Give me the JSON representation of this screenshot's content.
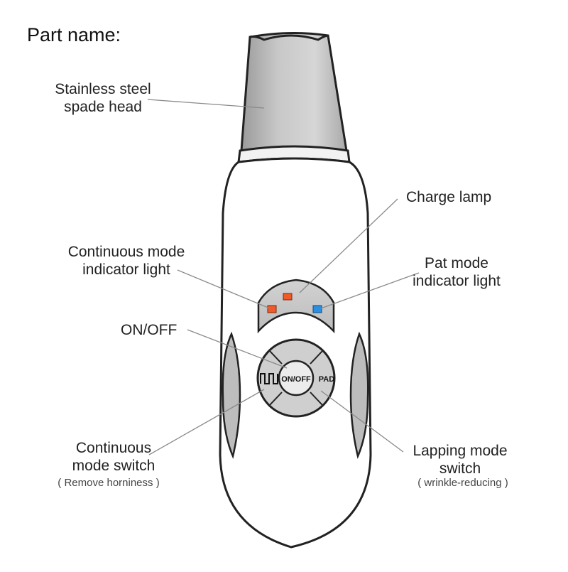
{
  "title": "Part name:",
  "labels": {
    "spade_head_line1": "Stainless steel",
    "spade_head_line2": "spade head",
    "charge_lamp": "Charge lamp",
    "continuous_indicator_line1": "Continuous mode",
    "continuous_indicator_line2": "indicator light",
    "pat_indicator_line1": "Pat mode",
    "pat_indicator_line2": "indicator light",
    "on_off": "ON/OFF",
    "continuous_switch_line1": "Continuous",
    "continuous_switch_line2": "mode switch",
    "continuous_switch_note": "( Remove horniness )",
    "lapping_switch_line1": "Lapping mode",
    "lapping_switch_line2": "switch",
    "lapping_switch_note": "( wrinkle-reducing )"
  },
  "buttons": {
    "center": "ON/OFF",
    "right": "PAD"
  },
  "colors": {
    "charge_lamp": "#f05a28",
    "continuous_light": "#f05a28",
    "pat_light": "#2a8fe0",
    "panel": "#c8c8c8",
    "steel": "#b0b0b0"
  }
}
